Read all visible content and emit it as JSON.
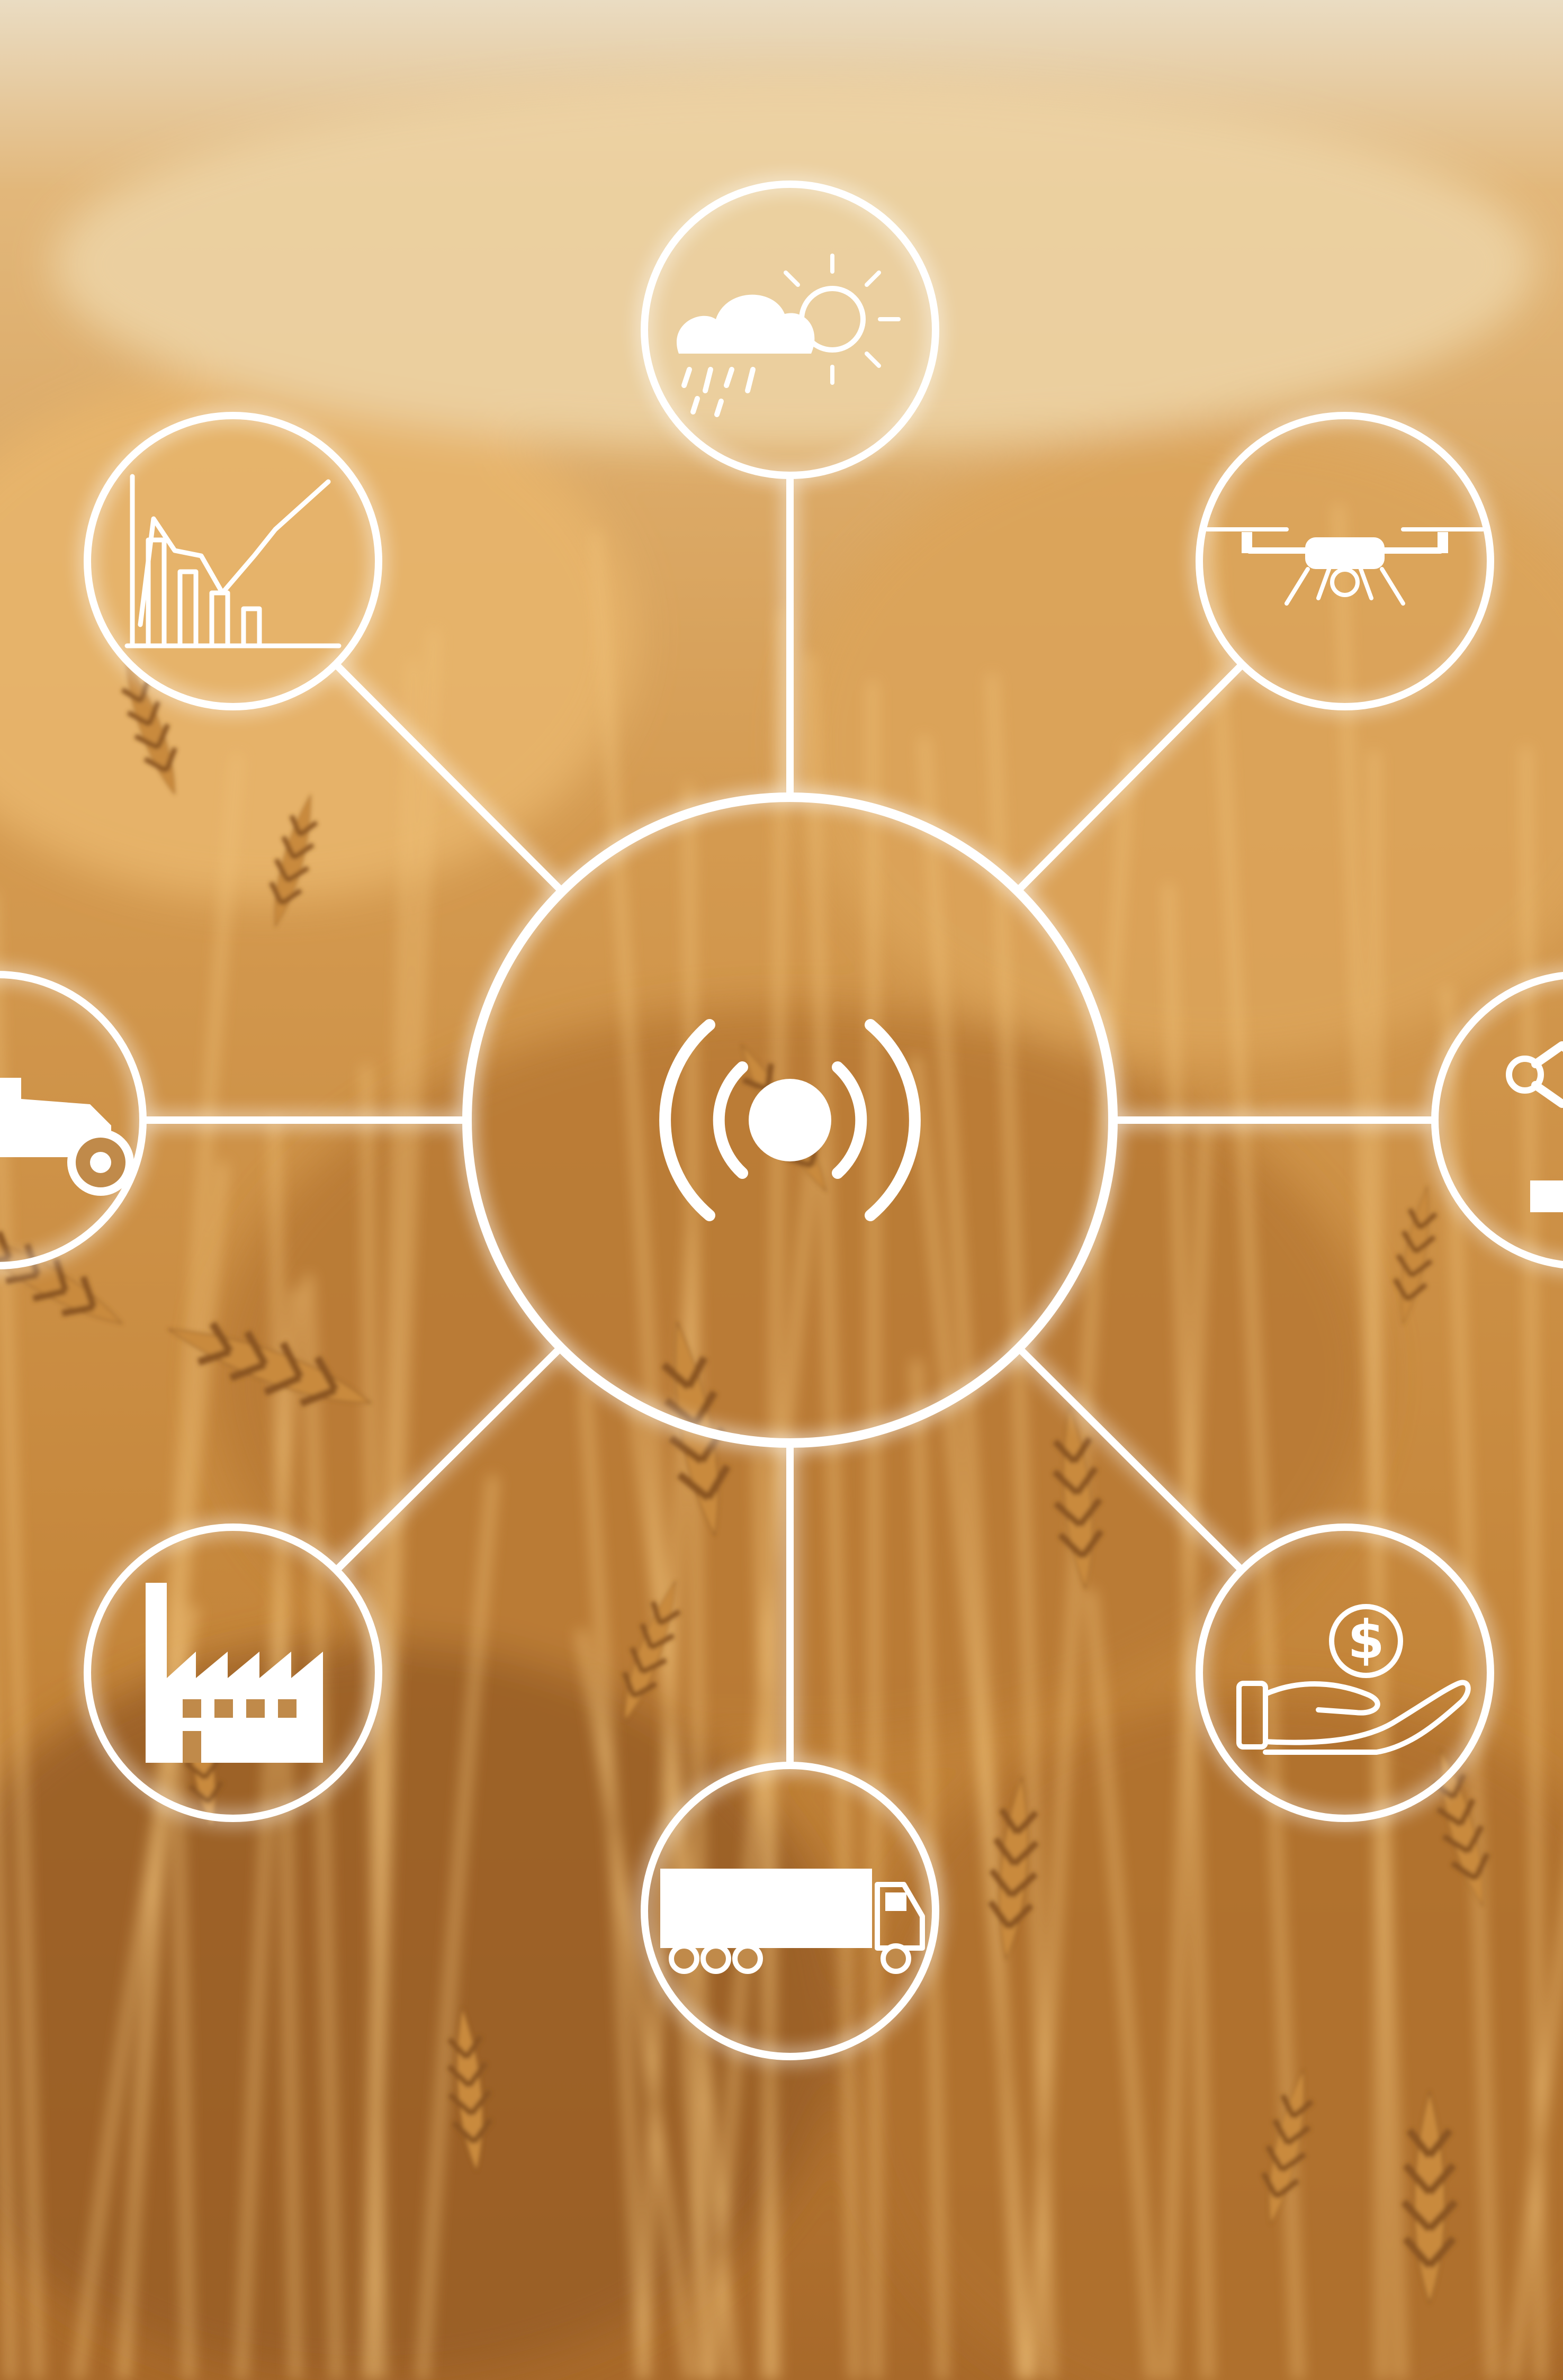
{
  "scene": {
    "subject": "smart-farming-iot-network",
    "background": "wheat-field-photo",
    "colors": {
      "sky": "#e9dcc4",
      "field_light": "#efc27f",
      "field_mid": "#c98a3c",
      "field_dark": "#6e4216",
      "overlay": "#ffffff"
    },
    "hub": {
      "icon": "wireless-signal-icon"
    },
    "nodes": [
      {
        "id": "weather",
        "icon": "weather-cloud-sun-rain-icon"
      },
      {
        "id": "drone",
        "icon": "drone-icon"
      },
      {
        "id": "robot-arm",
        "icon": "robot-arm-icon"
      },
      {
        "id": "finance",
        "icon": "dollar-hand-icon"
      },
      {
        "id": "logistics",
        "icon": "truck-icon"
      },
      {
        "id": "industry",
        "icon": "factory-icon"
      },
      {
        "id": "machinery",
        "icon": "tractor-icon"
      },
      {
        "id": "analytics",
        "icon": "bar-line-chart-icon"
      }
    ]
  }
}
